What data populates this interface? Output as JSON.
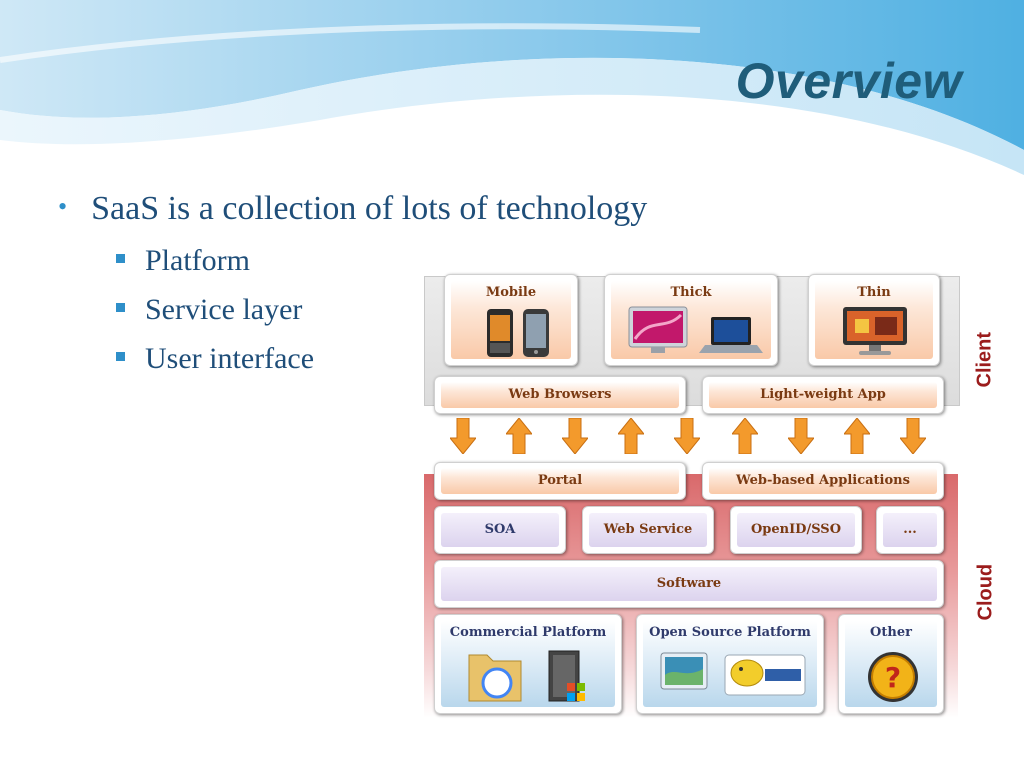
{
  "title": "Overview",
  "bullet": "SaaS is a collection of lots of technology",
  "sub_items": [
    "Platform",
    "Service layer",
    "User interface"
  ],
  "diagram": {
    "client_label": "Client",
    "cloud_label": "Cloud",
    "clients": [
      "Mobile",
      "Thick",
      "Thin"
    ],
    "client_layer": [
      "Web Browsers",
      "Light-weight App"
    ],
    "cloud_top": [
      "Portal",
      "Web-based Applications"
    ],
    "services": [
      "SOA",
      "Web Service",
      "OpenID/SSO",
      "..."
    ],
    "software": "Software",
    "platforms": [
      "Commercial Platform",
      "Open Source Platform",
      "Other"
    ],
    "arrow_directions": [
      "down",
      "up",
      "down",
      "up",
      "down",
      "up",
      "down",
      "up",
      "down"
    ]
  },
  "colors": {
    "title": "#1f5d7a",
    "text": "#1f4e79",
    "accent": "#2e8fc9",
    "arrow": "#f39a2c",
    "side_label": "#9b1c1c"
  }
}
